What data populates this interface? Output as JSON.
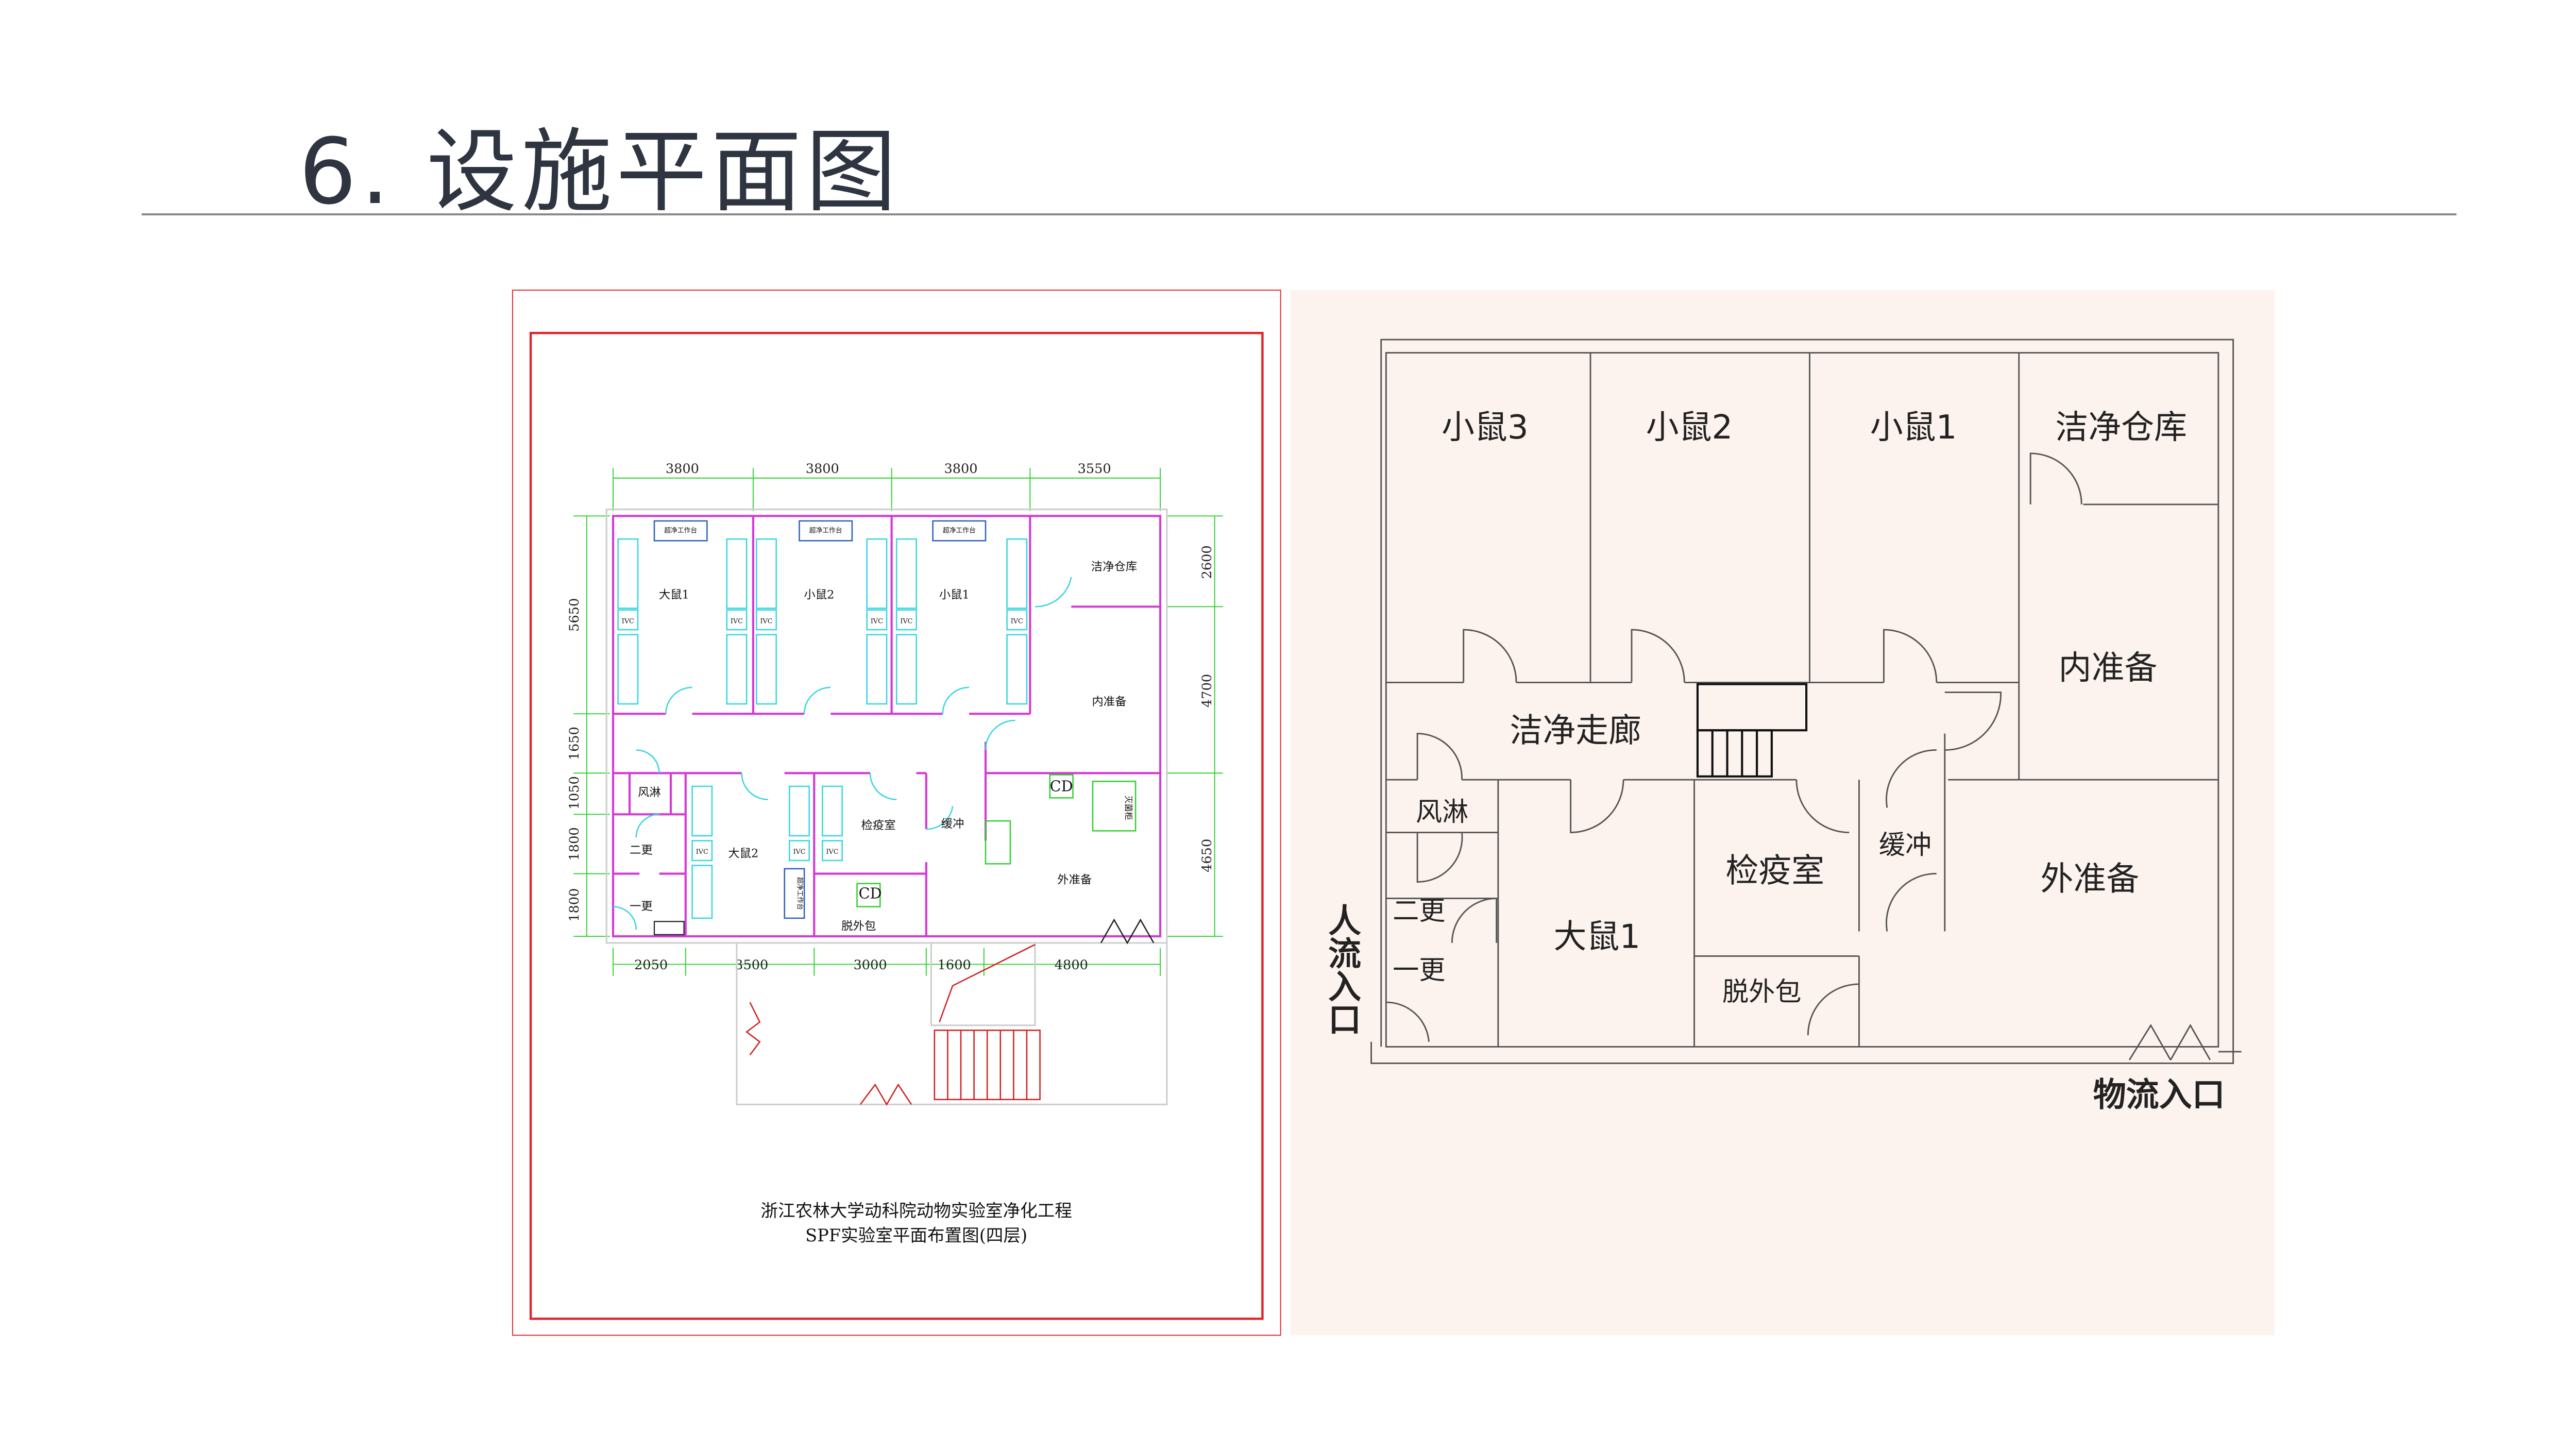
{
  "slide": {
    "title": "6. 设施平面图"
  },
  "left_plan": {
    "dims_top": [
      "3800",
      "3800",
      "3800",
      "3550"
    ],
    "dims_bottom": [
      "2050",
      "3500",
      "3000",
      "1600",
      "4800"
    ],
    "dims_left": [
      "5650",
      "1650",
      "1050",
      "1800",
      "1800"
    ],
    "dims_right": [
      "2600",
      "4700",
      "4650"
    ],
    "rooms": {
      "r1": "大鼠1",
      "r2": "小鼠2",
      "r3": "小鼠1",
      "r4": "洁净仓库",
      "r5": "内准备",
      "r6": "风淋",
      "r7": "二更",
      "r8": "一更",
      "r9": "大鼠2",
      "r10": "检疫室",
      "r11": "缓冲",
      "r12": "外准备",
      "r13": "脱外包"
    },
    "equipment": {
      "ivc": "IVC",
      "bench": "超净工作台",
      "sterilizer": "灭菌柜",
      "cd": "CD"
    },
    "caption_line1": "浙江农林大学动科院动物实验室净化工程",
    "caption_line2": "SPF实验室平面布置图(四层)"
  },
  "right_plan": {
    "rooms": {
      "m3": "小鼠3",
      "m2": "小鼠2",
      "m1": "小鼠1",
      "store": "洁净仓库",
      "inner": "内准备",
      "corridor": "洁净走廊",
      "shower": "风淋",
      "change2": "二更",
      "change1": "一更",
      "rat1": "大鼠1",
      "quarantine": "检疫室",
      "buffer": "缓冲",
      "outer": "外准备",
      "unpack": "脱外包"
    },
    "people_entry": "人流入口",
    "goods_entry": "物流入口"
  },
  "colors": {
    "accent_red": "#e0262b",
    "wall_magenta": "#d43ad4",
    "dim_green": "#2fd12f",
    "equip_cyan": "#37d6e0",
    "panel_bg": "#fdf3ee"
  }
}
